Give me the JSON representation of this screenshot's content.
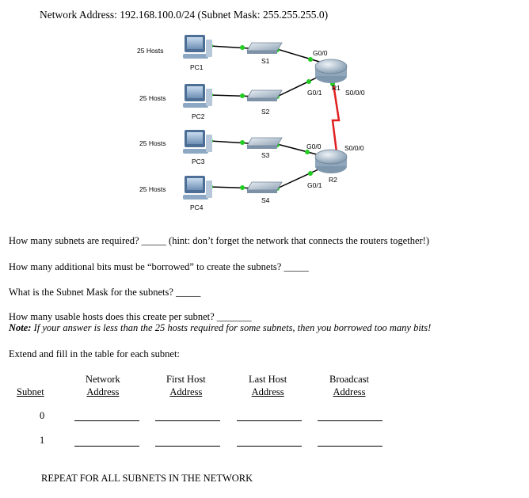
{
  "title": "Network Address: 192.168.100.0/24 (Subnet Mask: 255.255.255.0)",
  "diagram": {
    "hosts": [
      "25 Hosts",
      "25 Hosts",
      "25 Hosts",
      "25 Hosts"
    ],
    "pcs": [
      "PC1",
      "PC2",
      "PC3",
      "PC4"
    ],
    "switches": [
      "S1",
      "S2",
      "S3",
      "S4"
    ],
    "r1": {
      "name": "R1",
      "g00": "G0/0",
      "g01": "G0/1",
      "s000": "S0/0/0"
    },
    "r2": {
      "name": "R2",
      "g00": "G0/0",
      "g01": "G0/1",
      "s000": "S0/0/0"
    }
  },
  "questions": {
    "q1": "How many subnets are required? _____ (hint: don’t forget the network that connects the routers together!)",
    "q2": "How many additional bits must be “borrowed” to create the subnets? _____",
    "q3": "What is the Subnet Mask for the subnets? _____",
    "q4": "How many usable hosts does this create per subnet? _______",
    "note_label": "Note:",
    "note_text": " If your answer is less than the 25 hosts required for some subnets, then you borrowed too many bits!",
    "q5": "Extend and fill in the table for each subnet:"
  },
  "table": {
    "headers": {
      "subnet": "Subnet",
      "network_1": "Network",
      "network_2": "Address",
      "first_1": "First Host",
      "first_2": "Address",
      "last_1": "Last Host",
      "last_2": "Address",
      "bcast_1": "Broadcast",
      "bcast_2": "Address"
    },
    "rows": [
      "0",
      "1"
    ]
  },
  "footer": "REPEAT FOR ALL SUBNETS IN THE NETWORK"
}
